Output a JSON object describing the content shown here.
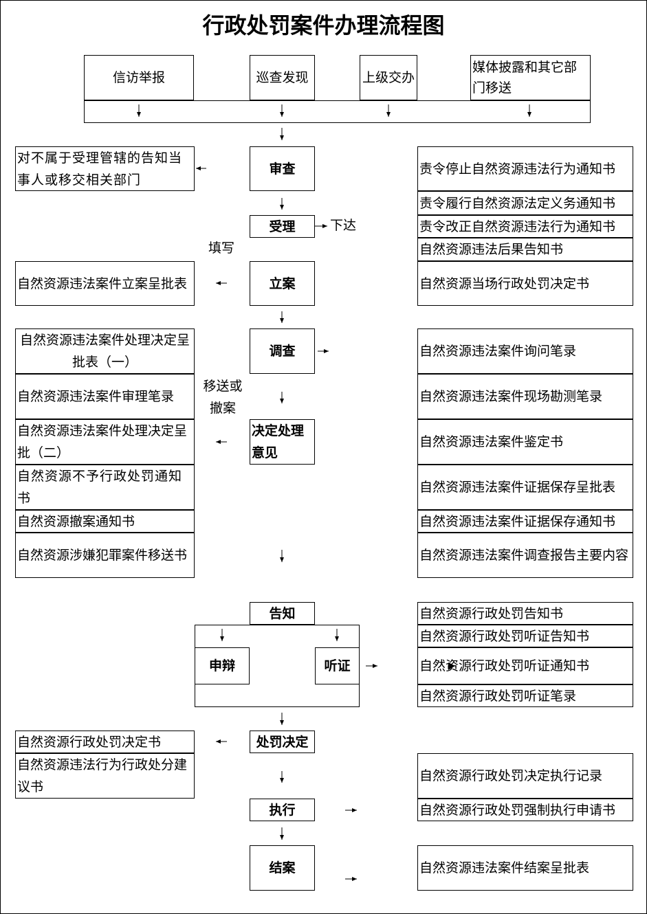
{
  "title": "行政处罚案件办理流程图",
  "sources": [
    "信访举报",
    "巡查发现",
    "上级交办",
    "媒体披露和其它部门移送"
  ],
  "steps": {
    "review": "审查",
    "accept": "受理",
    "file": "立案",
    "investigate": "调查",
    "decision_opinion": "决定处理意见",
    "notify": "告知",
    "defense": "申辩",
    "hearing": "听证",
    "penalty_decision": "处罚决定",
    "execute": "执行",
    "close": "结案"
  },
  "labels": {
    "issue": "下达",
    "fill": "填写",
    "transfer_or_withdraw": "移送或撤案"
  },
  "left_docs": {
    "not_jurisdiction": "对不属于受理管辖的告知当事人或移交相关部门",
    "filing_form": "自然资源违法案件立案呈批表",
    "decision_form_1": "自然资源违法案件处理决定呈批表（一）",
    "trial_record": "自然资源违法案件审理笔录",
    "decision_form_2": "自然资源违法案件处理决定呈批（二）",
    "no_penalty_notice": "自然资源不予行政处罚通知书",
    "withdraw_notice": "自然资源撤案通知书",
    "crime_transfer": "自然资源涉嫌犯罪案件移送书",
    "penalty_decision_doc": "自然资源行政处罚决定书",
    "suggestion_doc": "自然资源违法行为行政处分建议书"
  },
  "right_docs": {
    "stop_notice": "责令停止自然资源违法行为通知书",
    "perform_notice": "责令履行自然资源法定义务通知书",
    "correct_notice": "责令改正自然资源违法行为通知书",
    "consequence_notice": "自然资源违法后果告知书",
    "onsite_decision": "自然资源当场行政处罚决定书",
    "inquiry_record": "自然资源违法案件询问笔录",
    "survey_record": "自然资源违法案件现场勘测笔录",
    "appraisal": "自然资源违法案件鉴定书",
    "evidence_form": "自然资源违法案件证据保存呈批表",
    "evidence_notice": "自然资源违法案件证据保存通知书",
    "report_content": "自然资源违法案件调查报告主要内容",
    "penalty_notice": "自然资源行政处罚告知书",
    "hearing_notice": "自然资源行政处罚听证告知书",
    "hearing_notify": "自然资源行政处罚听证通知书",
    "hearing_record": "自然资源行政处罚听证笔录",
    "execution_record": "自然资源行政处罚决定执行记录",
    "enforcement_application": "自然资源行政处罚强制执行申请书",
    "closing_form": "自然资源违法案件结案呈批表"
  }
}
